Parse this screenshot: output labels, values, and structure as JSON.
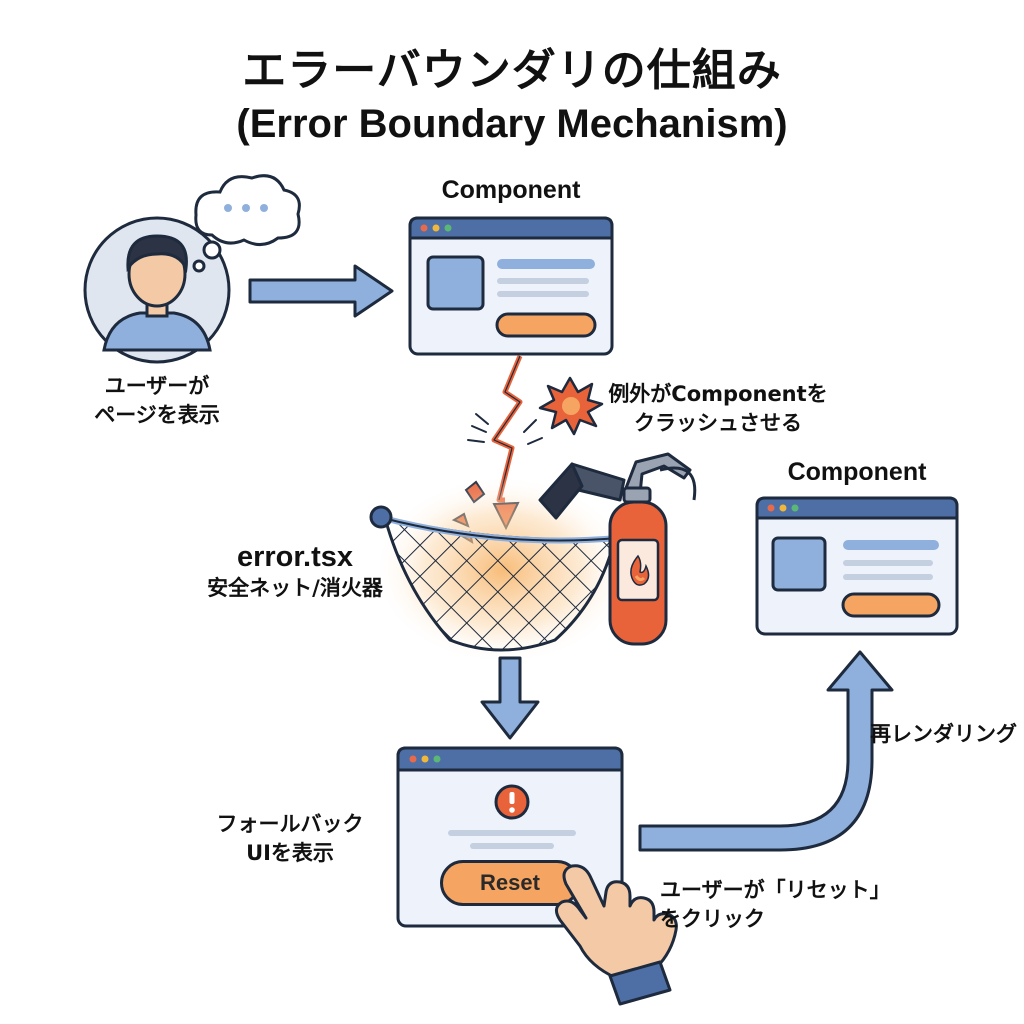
{
  "title": {
    "jp": "エラーバウンダリの仕組み",
    "en": "(Error Boundary Mechanism)"
  },
  "labels": {
    "component_top": "Component",
    "component_right": "Component",
    "user_line1": "ユーザーが",
    "user_line2": "ページを表示",
    "crash_line1": "例外がComponentを",
    "crash_line2": "クラッシュさせる",
    "error_file": "error.tsx",
    "error_desc": "安全ネット/消火器",
    "fallback_line1": "フォールバック",
    "fallback_line2": "UIを表示",
    "reset_button": "Reset",
    "click_line1": "ユーザーが「リセット」",
    "click_line2": "をクリック",
    "rerender": "再レンダリング"
  },
  "colors": {
    "outline": "#1e2a3d",
    "window_bar": "#4e6fa6",
    "window_body": "#eef3fb",
    "accent_blue": "#8fb0dc",
    "accent_orange": "#f5a561",
    "crash_red": "#e8623a",
    "extinguisher": "#e8623a",
    "dot_red": "#e86a4a",
    "dot_yellow": "#f0b73a",
    "dot_green": "#5bb874"
  },
  "icons": {
    "user": "person-avatar-icon",
    "thought": "thought-bubble-icon",
    "crack": "lightning-crack-icon",
    "explosion": "explosion-burst-icon",
    "net": "safety-net-icon",
    "extinguisher": "fire-extinguisher-icon",
    "fallback_warning": "exclamation-icon",
    "cursor": "pointing-hand-icon"
  }
}
